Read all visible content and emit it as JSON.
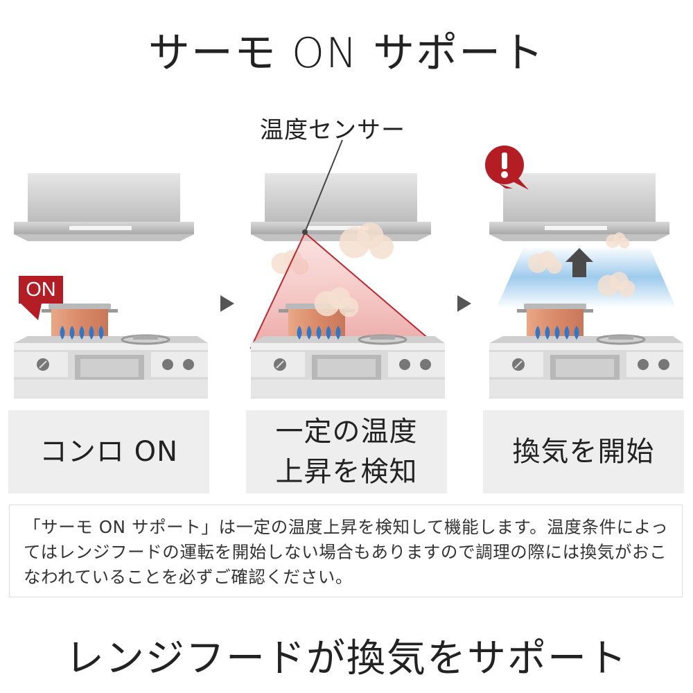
{
  "title": "サーモ ON サポート",
  "sensor_label": "温度センサー",
  "on_badge": "ON",
  "steps": [
    {
      "line1": "コンロ ON",
      "line2": ""
    },
    {
      "line1": "一定の温度",
      "line2": "上昇を検知"
    },
    {
      "line1": "換気を開始",
      "line2": ""
    }
  ],
  "note": "「サーモ ON サポート」は一定の温度上昇を検知して機能します。温度条件によってはレンジフードの運転を開始しない場合もありますので調理の際には換気がおこなわれていることを必ずご確認ください。",
  "footer_title": "レンジフードが換気をサポート",
  "colors": {
    "accent_red": "#b41d23",
    "flame_blue": "#2f77c8",
    "pot_orange": "#d98a68",
    "hood_gray": "#cfcfcf",
    "airflow_blue": "#7fb6e2",
    "step_box_bg": "#eeeeee"
  },
  "icons": [
    "warning-exclamation-icon",
    "arrow-right-icon",
    "arrow-up-icon"
  ]
}
